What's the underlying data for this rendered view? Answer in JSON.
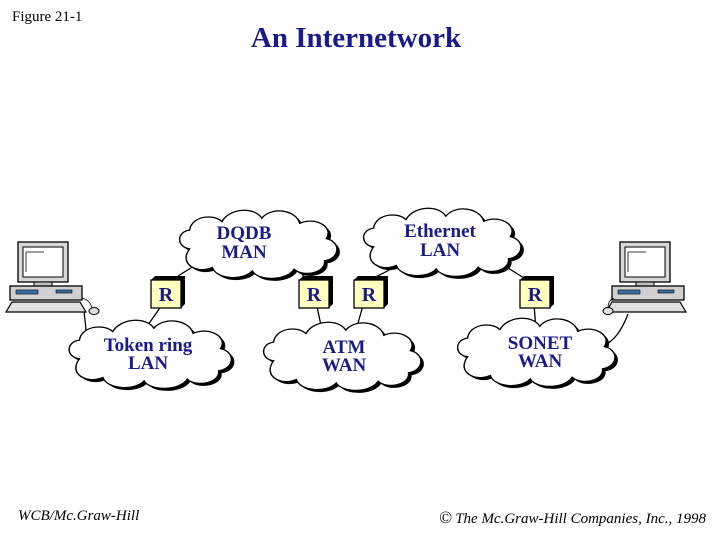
{
  "header": {
    "figure_label": "Figure 21-1",
    "title": "An Internetwork"
  },
  "networks": [
    {
      "id": "dqdb",
      "line1": "DQDB",
      "line2": "MAN"
    },
    {
      "id": "ethernet",
      "line1": "Ethernet",
      "line2": "LAN"
    },
    {
      "id": "tokenring",
      "line1": "Token ring",
      "line2": "LAN"
    },
    {
      "id": "atm",
      "line1": "ATM",
      "line2": "WAN"
    },
    {
      "id": "sonet",
      "line1": "SONET",
      "line2": "WAN"
    }
  ],
  "routers": [
    {
      "label": "R"
    },
    {
      "label": "R"
    },
    {
      "label": "R"
    },
    {
      "label": "R"
    }
  ],
  "footer": {
    "left": "WCB/Mc.Graw-Hill",
    "copyright_symbol": "©",
    "right": "The Mc.Graw-Hill Companies, Inc., 1998"
  },
  "colors": {
    "title": "#1a1a8c",
    "label": "#1a1a8c",
    "router_fill": "#ffffc0",
    "cloud_fill": "#ffffff",
    "outline": "#000000"
  }
}
